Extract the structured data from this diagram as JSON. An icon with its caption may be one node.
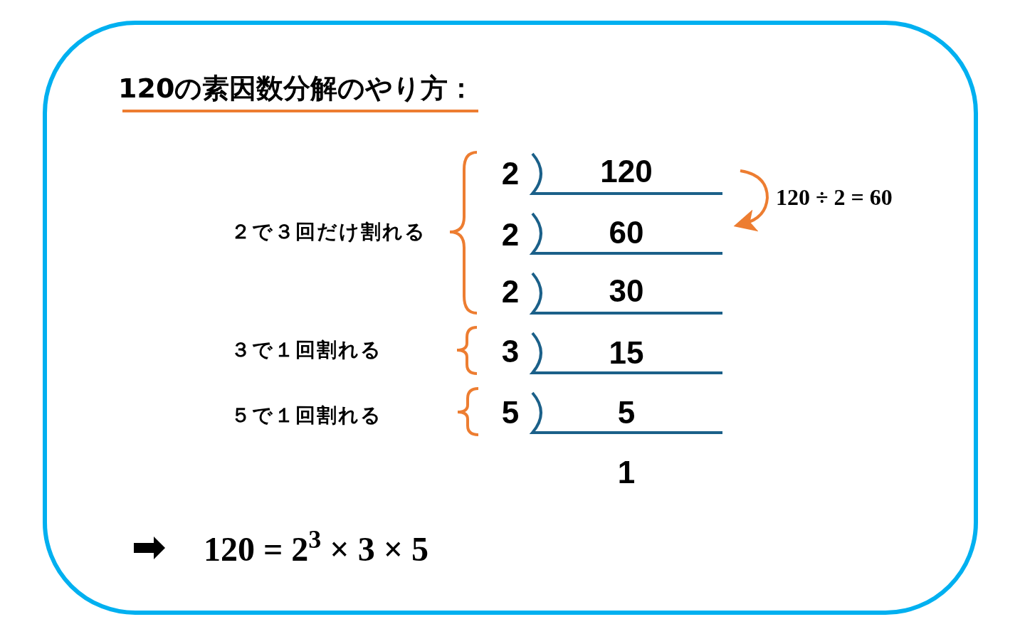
{
  "diagram": {
    "labels": [
      "120の素因数分解のやり方：",
      "２で３回だけ割れる",
      "３で１回割れる",
      "５で１回割れる",
      "2",
      "120",
      "2",
      "60",
      "2",
      "30",
      "3",
      "15",
      "5",
      "5",
      "1",
      "120 ÷ 2 = 60",
      "120 = 2$^{3}$ × 3 × 5"
    ]
  }
}
